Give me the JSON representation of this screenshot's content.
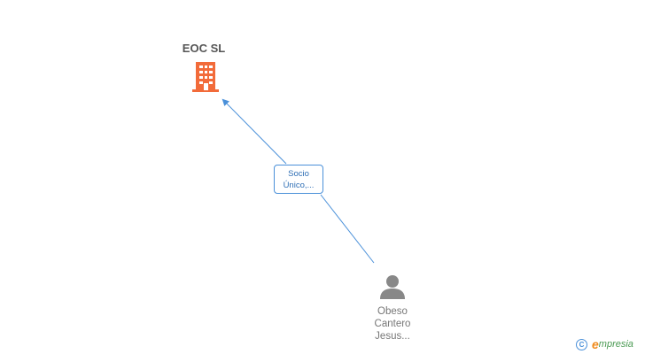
{
  "company": {
    "name": "EOC SL",
    "icon": "building-icon",
    "color": "#f26b3a"
  },
  "relation": {
    "line1": "Socio",
    "line2": "Único,..."
  },
  "person": {
    "icon": "person-icon",
    "line1": "Obeso",
    "line2": "Cantero",
    "line3": "Jesus..."
  },
  "brand": {
    "copyright_symbol": "C",
    "logo_initial": "e",
    "logo_rest": "mpresia"
  },
  "colors": {
    "edge": "#4a90d9",
    "person": "#888888"
  }
}
